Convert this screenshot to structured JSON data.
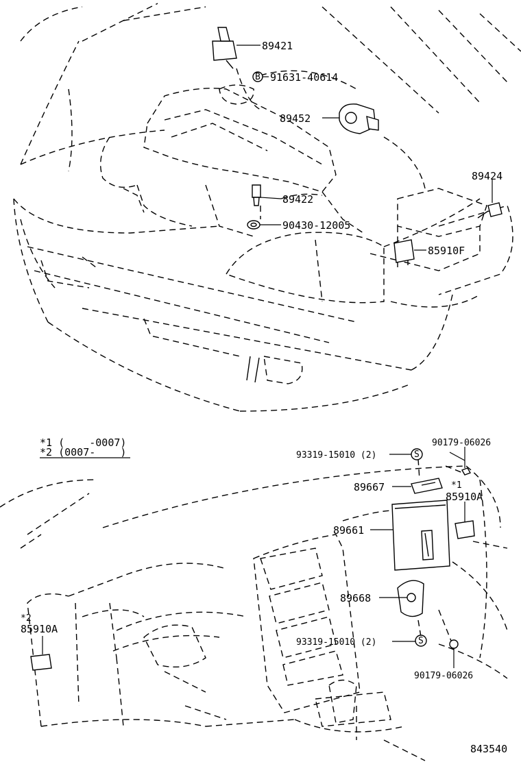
{
  "diagram": {
    "top": {
      "p89421": "89421",
      "p91631": "91631-40614",
      "p89452": "89452",
      "p89424": "89424",
      "p89422": "89422",
      "p90430": "90430-12005",
      "p85910F": "85910F",
      "circle_b": "B"
    },
    "bottom": {
      "legend_1": "*1 (    -0007)",
      "legend_2": "*2 (0007-    )",
      "p93319_top": "93319-15010 (2)",
      "p90179_top": "90179-06026",
      "p89667": "89667",
      "mark_1": "*1",
      "p85910A_right": "85910A",
      "p89661": "89661",
      "p89668": "89668",
      "mark_2": "*2",
      "p85910A_left": "85910A",
      "p93319_bottom": "93319-15010 (2)",
      "p90179_bottom": "90179-06026",
      "circle_s": "S",
      "diagram_id": "843540"
    }
  }
}
